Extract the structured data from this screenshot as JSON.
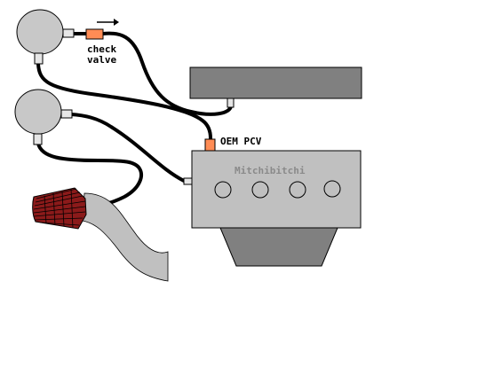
{
  "labels": {
    "check_valve_line1": "check",
    "check_valve_line2": "valve",
    "pcv": "OEM PCV",
    "engine_name": "Mitchibitchi"
  },
  "colors": {
    "canister_fill": "#c8c8c8",
    "valve_orange": "#ff8c55",
    "manifold_gray": "#808080",
    "engine_gray": "#c0c0c0",
    "oilpan_gray": "#808080",
    "filter_red": "#8b1a1a",
    "intake_tube": "#c0c0c0",
    "hose_black": "#000000"
  }
}
